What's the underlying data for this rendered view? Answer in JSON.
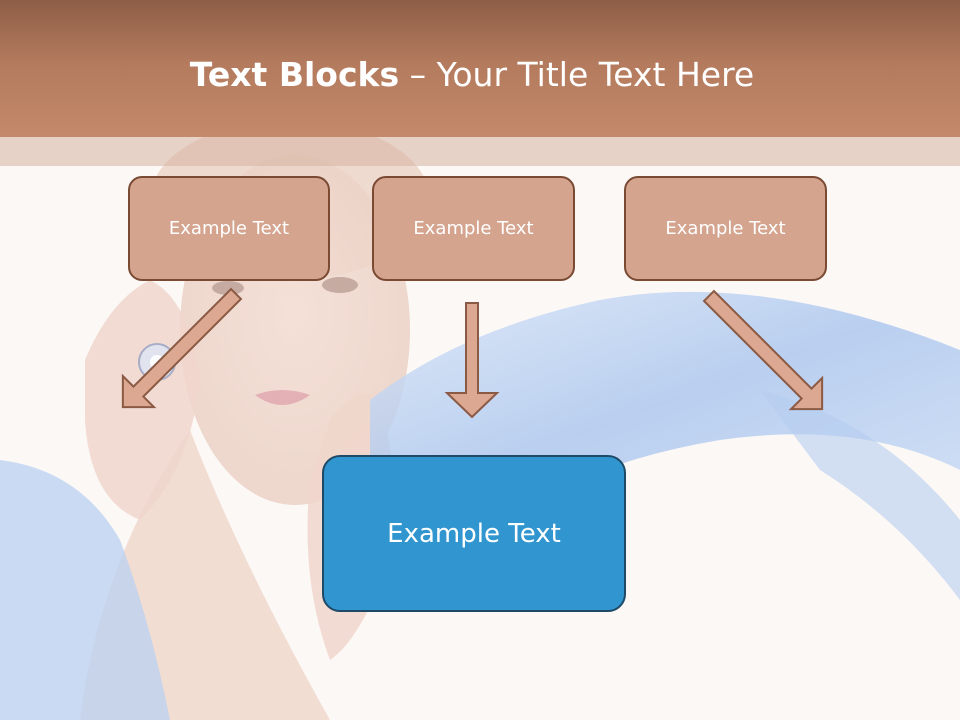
{
  "slide": {
    "title_bold": "Text Blocks",
    "title_rest": " – Your Title Text Here"
  },
  "blocks": {
    "top": [
      {
        "label": "Example Text"
      },
      {
        "label": "Example Text"
      },
      {
        "label": "Example Text"
      }
    ],
    "main": {
      "label": "Example Text"
    }
  },
  "colors": {
    "header": "#b37a5d",
    "block_fill": "#d4a48f",
    "block_border": "#7a4a33",
    "main_fill": "#3196cf",
    "main_border": "#1e4a68",
    "arrow_fill": "#dca892",
    "arrow_stroke": "#8b5a44"
  },
  "background": {
    "image": "faded portrait of a woman with a flowing blue scarf"
  }
}
